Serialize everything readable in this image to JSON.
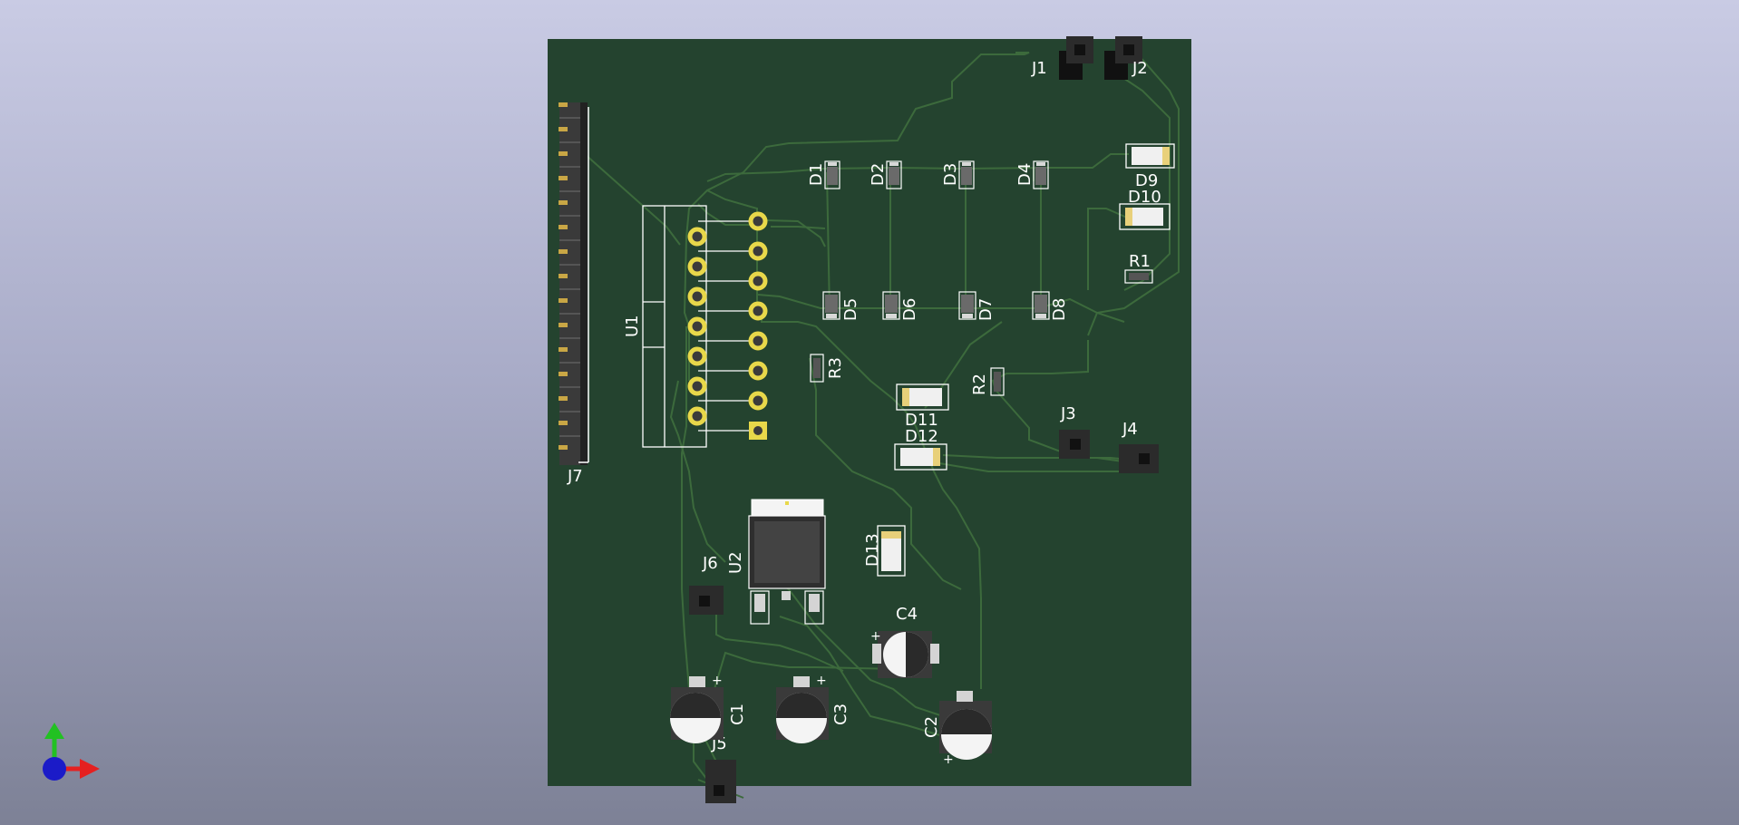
{
  "viewer": {
    "background": "gradient-lavender-to-gray",
    "board_color": "#24432f",
    "silkscreen_color": "#ffffff",
    "pad_color": "#e8d84a"
  },
  "board": {
    "labels": {
      "j1": "J1",
      "j2": "J2",
      "j3": "J3",
      "j4": "J4",
      "j5": "J5",
      "j6": "J6",
      "j7": "J7",
      "d1": "D1",
      "d2": "D2",
      "d3": "D3",
      "d4": "D4",
      "d5": "D5",
      "d6": "D6",
      "d7": "D7",
      "d8": "D8",
      "d9": "D9",
      "d10": "D10",
      "d11": "D11",
      "d12": "D12",
      "d13": "D13",
      "r1": "R1",
      "r2": "R2",
      "r3": "R3",
      "u1": "U1",
      "u2": "U2",
      "c1": "C1",
      "c2": "C2",
      "c3": "C3",
      "c4": "C4",
      "plus_c1": "+",
      "plus_c2": "+",
      "plus_c3": "+",
      "plus_c4": "+"
    }
  },
  "axes": {
    "x_color": "#e52020",
    "y_color": "#22c122",
    "z_color": "#1b1bc8"
  }
}
